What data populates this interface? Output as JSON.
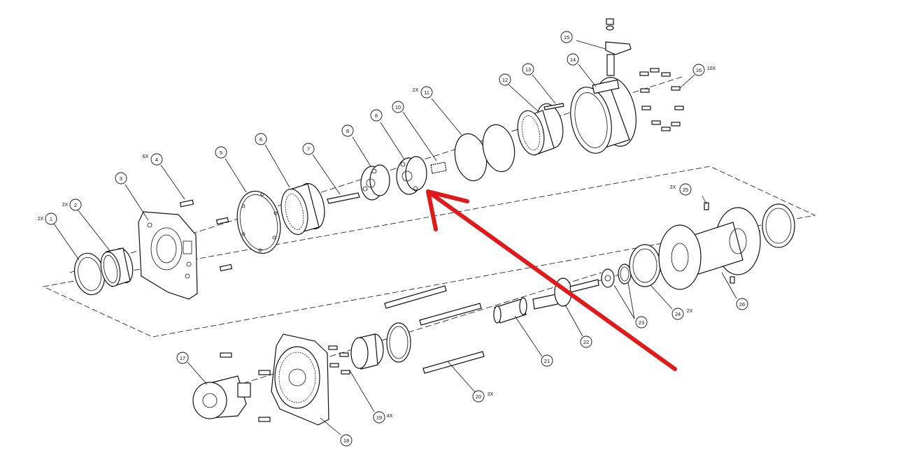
{
  "callouts": [
    {
      "num": "1",
      "qty": "2X"
    },
    {
      "num": "2",
      "qty": "2X"
    },
    {
      "num": "3",
      "qty": ""
    },
    {
      "num": "4",
      "qty": "6X"
    },
    {
      "num": "5",
      "qty": ""
    },
    {
      "num": "6",
      "qty": ""
    },
    {
      "num": "7",
      "qty": ""
    },
    {
      "num": "8",
      "qty": ""
    },
    {
      "num": "8",
      "qty": ""
    },
    {
      "num": "10",
      "qty": ""
    },
    {
      "num": "11",
      "qty": "2X"
    },
    {
      "num": "12",
      "qty": ""
    },
    {
      "num": "13",
      "qty": ""
    },
    {
      "num": "14",
      "qty": ""
    },
    {
      "num": "15",
      "qty": ""
    },
    {
      "num": "16",
      "qty": "10X"
    },
    {
      "num": "17",
      "qty": ""
    },
    {
      "num": "18",
      "qty": ""
    },
    {
      "num": "19",
      "qty": "4X"
    },
    {
      "num": "20",
      "qty": "3X"
    },
    {
      "num": "21",
      "qty": ""
    },
    {
      "num": "22",
      "qty": ""
    },
    {
      "num": "23",
      "qty": ""
    },
    {
      "num": "24",
      "qty": "2X"
    },
    {
      "num": "25",
      "qty": "2X"
    },
    {
      "num": "26",
      "qty": ""
    }
  ],
  "annotation": {
    "arrow_color": "#e0191b"
  },
  "colors": {
    "line": "#111111",
    "background": "#ffffff"
  }
}
